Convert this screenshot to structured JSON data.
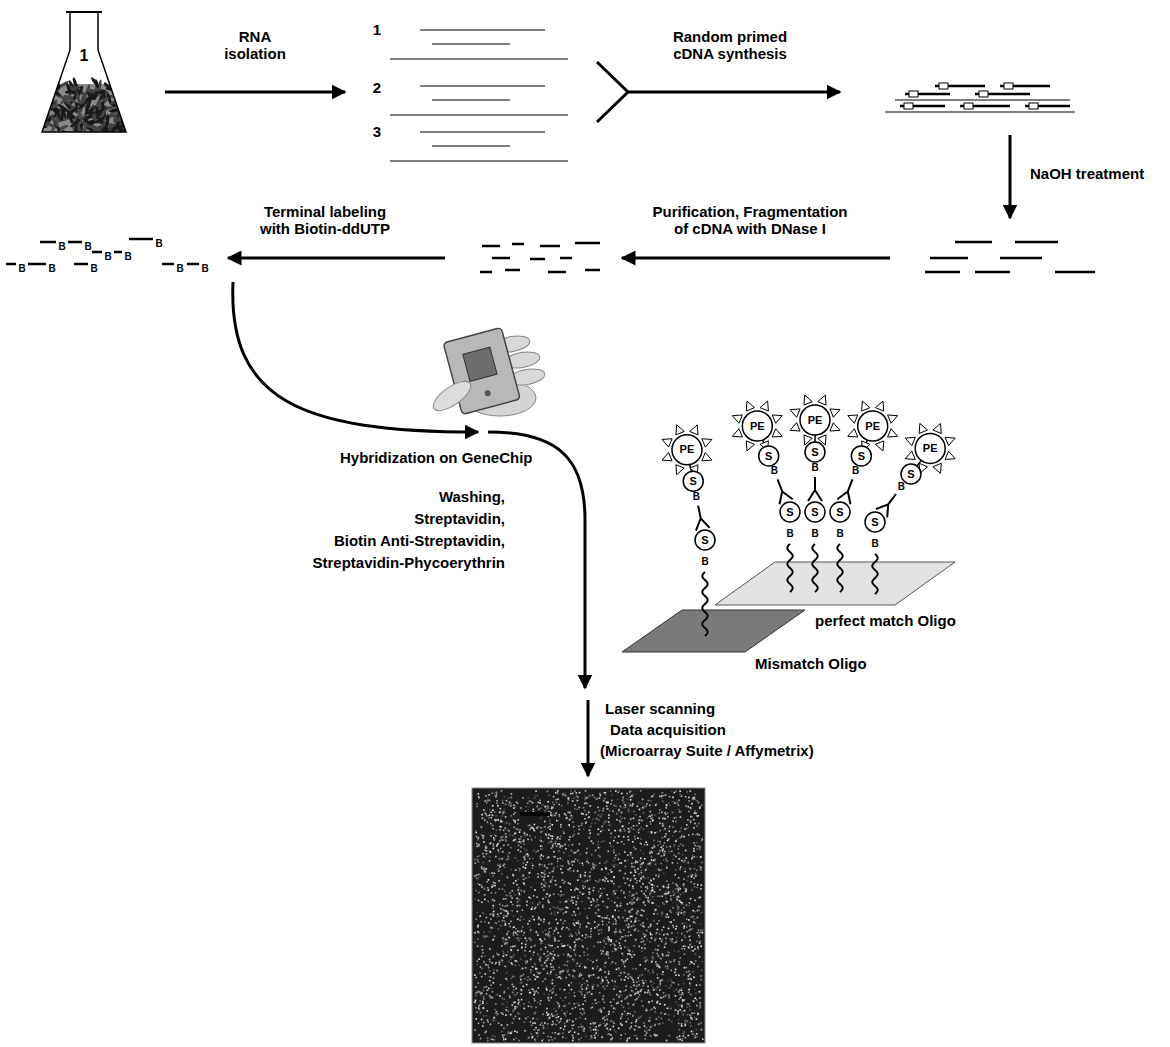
{
  "diagram": {
    "labels": [
      "1",
      "RNA isolation",
      "1",
      "2",
      "3",
      "Random primed cDNA synthesis",
      "NaOH treatment",
      "Terminal labeling with Biotin-ddUTP",
      "Purification, Fragmentation of cDNA with DNase I",
      "B",
      "B",
      "B",
      "B",
      "B",
      "B",
      "B",
      "B",
      "B",
      "B",
      "Hybridization on GeneChip",
      "Washing,",
      "Streptavidin,",
      "Biotin Anti-Streptavidin,",
      "Streptavidin-Phycoerythrin",
      "PE",
      "PE",
      "PE",
      "PE",
      "PE",
      "S",
      "S",
      "S",
      "S",
      "S",
      "B",
      "B",
      "B",
      "B",
      "B",
      "S",
      "S",
      "S",
      "S",
      "S",
      "B",
      "B",
      "B",
      "B",
      "B",
      "perfect match Oligo",
      "Mismatch Oligo",
      "Laser scanning",
      "Data acquisition",
      "(Microarray Suite / Affymetrix)"
    ]
  }
}
